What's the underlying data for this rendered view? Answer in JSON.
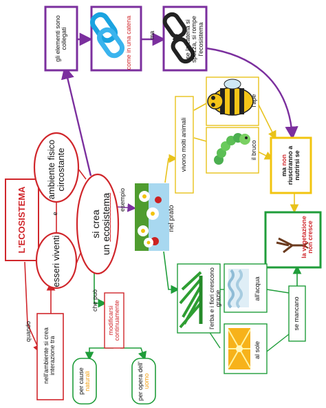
{
  "title": "L'ECOSISTEMA",
  "quando": "quando",
  "interazione": "nell'ambiente si crea interazione tra",
  "esseri_viventi": "esseri viventi",
  "e": "e",
  "ambiente": "ambiente fisico circostante",
  "si_crea_prefix": "si crea",
  "si_crea_un": "un",
  "si_crea_highlight": "ecosistema",
  "esempio": "esempio",
  "nel_prato": "nel prato",
  "che_puo": "che può",
  "modificarsi": "modificarsi continuamente",
  "cause_prefix": "per cause",
  "cause_highlight": "naturali",
  "opera_prefix": "per opera dell'",
  "opera_highlight": "uomo",
  "collegati": "gli elementi sono collegati",
  "catena": "come in una catena",
  "ma_label": "ma",
  "spezza": "se la catena si spezza, si rompe l'ecosistema",
  "animali": "vivono molti animali",
  "ape": "l'ape",
  "bruco": "il bruco",
  "nutrirsi_prefix": "ma",
  "nutrirsi_highlight": "non",
  "nutrirsi_rest": "riusciranno a nutrirsi se",
  "erba": "l'erba e i fiori crescono grazie",
  "acqua": "all'acqua",
  "sole": "al sole",
  "mancano": "se mancano",
  "vegetazione": "la vegetazione non cresce",
  "colors": {
    "red": "#d0262b",
    "purple": "#7b2f9e",
    "green": "#1f9d3a",
    "yellow": "#f2c40f",
    "orange": "#f2a014"
  },
  "icons": [
    "chain-link-blue-icon",
    "broken-chain-icon",
    "bee-icon",
    "caterpillar-icon",
    "meadow-flowers-icon",
    "grass-icon",
    "water-waves-icon",
    "sun-rays-icon",
    "withered-plant-icon"
  ]
}
